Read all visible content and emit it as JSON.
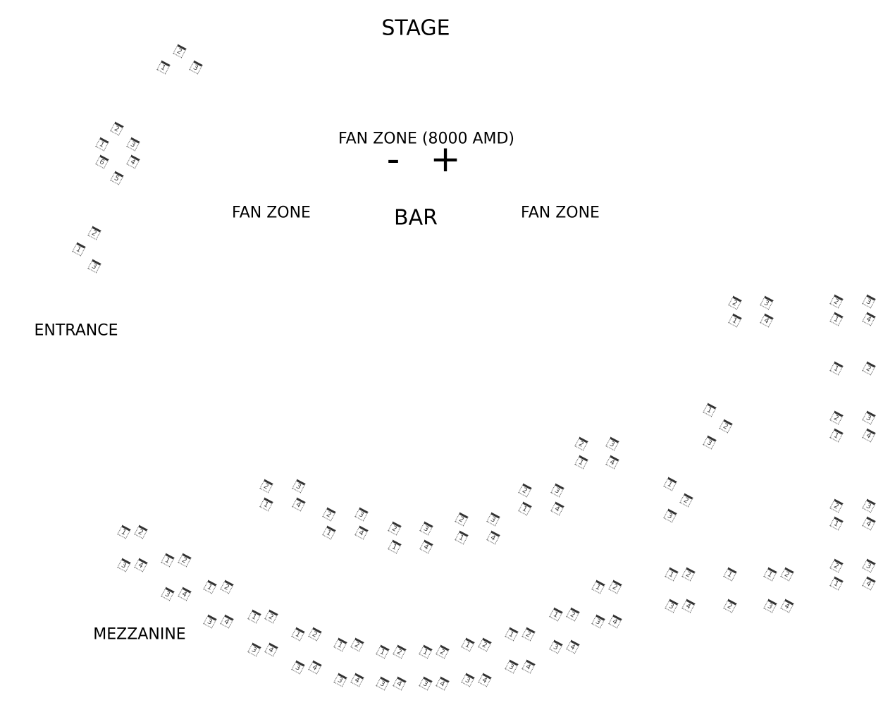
{
  "labels": {
    "stage": "STAGE",
    "fan_zone_paid": "FAN ZONE (8000 AMD)",
    "zoom_out": "-",
    "zoom_in": "+",
    "fan_zone_left": "FAN ZONE",
    "bar": "BAR",
    "fan_zone_right": "FAN ZONE",
    "entrance": "ENTRANCE",
    "mezzanine": "MEZZANINE"
  },
  "tables": [
    [
      "2",
      "1",
      "3"
    ],
    [
      "2",
      "1",
      "3",
      "6",
      "4",
      "5"
    ],
    [
      "2",
      "1",
      "3"
    ],
    [
      "2",
      "3",
      "1",
      "4"
    ],
    [
      "2",
      "3",
      "1",
      "4"
    ],
    [
      "1",
      "2"
    ],
    [
      "1",
      "2",
      "3"
    ],
    [
      "2",
      "3",
      "1",
      "4"
    ],
    [
      "2",
      "3",
      "1",
      "4"
    ],
    [
      "1",
      "2",
      "3"
    ],
    [
      "2",
      "3",
      "1",
      "4"
    ],
    [
      "2",
      "3",
      "1",
      "4"
    ],
    [
      "2",
      "3",
      "1",
      "4"
    ],
    [
      "2",
      "3",
      "1",
      "4"
    ],
    [
      "2",
      "3",
      "1",
      "4"
    ],
    [
      "2",
      "3",
      "1",
      "4"
    ],
    [
      "2",
      "3",
      "1",
      "4"
    ],
    [
      "1",
      "2",
      "3",
      "4"
    ],
    [
      "1",
      "2",
      "3",
      "4"
    ],
    [
      "1",
      "2",
      "3",
      "4"
    ],
    [
      "1",
      "2",
      "3",
      "4"
    ],
    [
      "1",
      "2",
      "3",
      "4"
    ],
    [
      "1",
      "2",
      "3",
      "4"
    ],
    [
      "1",
      "2",
      "3",
      "4"
    ],
    [
      "1",
      "2",
      "3",
      "4"
    ],
    [
      "1",
      "2",
      "3",
      "4"
    ],
    [
      "1",
      "2",
      "3",
      "4"
    ],
    [
      "1",
      "2",
      "3",
      "4"
    ],
    [
      "1",
      "2",
      "3",
      "4"
    ],
    [
      "1",
      "2",
      "3",
      "4"
    ],
    [
      "1",
      "2"
    ],
    [
      "1",
      "2",
      "3",
      "4"
    ]
  ]
}
